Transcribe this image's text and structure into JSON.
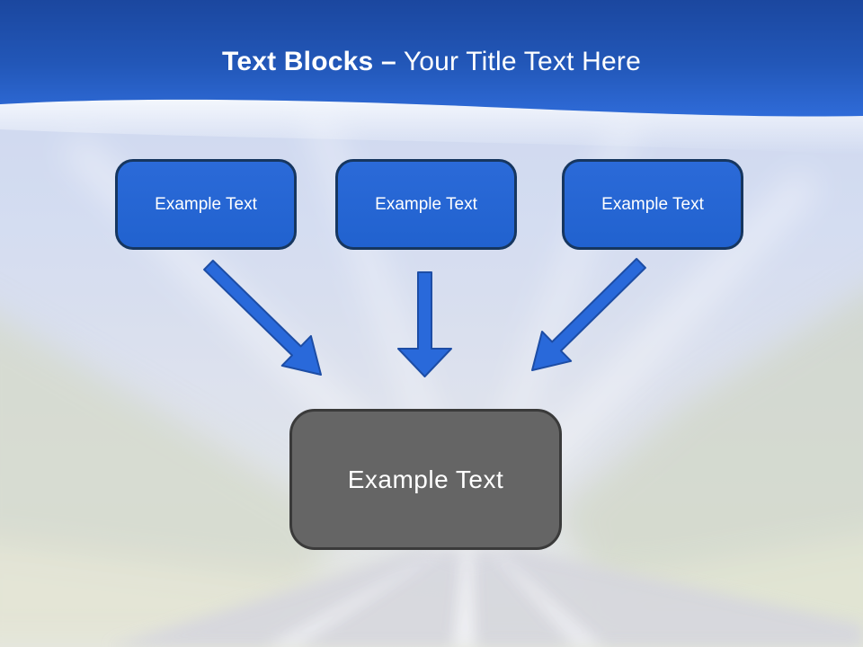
{
  "header": {
    "title_emphasis": "Text Blocks",
    "title_separator": "–",
    "title_regular": "Your Title Text Here"
  },
  "diagram": {
    "source_blocks": [
      {
        "label": "Example Text"
      },
      {
        "label": "Example Text"
      },
      {
        "label": "Example Text"
      }
    ],
    "target_block": {
      "label": "Example Text"
    },
    "arrow_icons": [
      "arrow-down-right-icon",
      "arrow-down-icon",
      "arrow-down-left-icon"
    ]
  },
  "colors": {
    "header_blue_top": "#1b479f",
    "header_blue_bottom": "#2f6bd8",
    "block_fill": "#2263d2",
    "block_border": "#16365f",
    "arrow_fill": "#2969da",
    "arrow_border": "#1d4da5",
    "target_fill": "#656565",
    "target_border": "#3a3a3a",
    "title_text": "#ffffff",
    "sky_background": "#ccd5ee"
  }
}
